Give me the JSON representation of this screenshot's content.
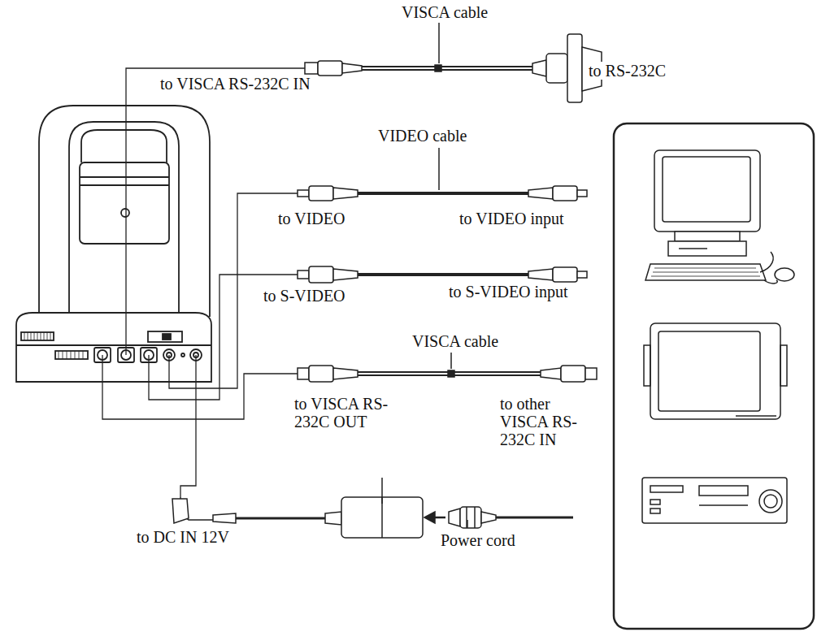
{
  "diagram": {
    "labels": [
      "VISCA cable",
      "to VISCA RS-232C IN",
      "to RS-232C",
      "VIDEO cable",
      "to VIDEO",
      "to VIDEO input",
      "to S-VIDEO",
      "to S-VIDEO input",
      "VISCA cable",
      "to VISCA RS-232C OUT",
      "to other VISCA RS-232C IN",
      "to DC IN 12V",
      "Power cord"
    ]
  }
}
